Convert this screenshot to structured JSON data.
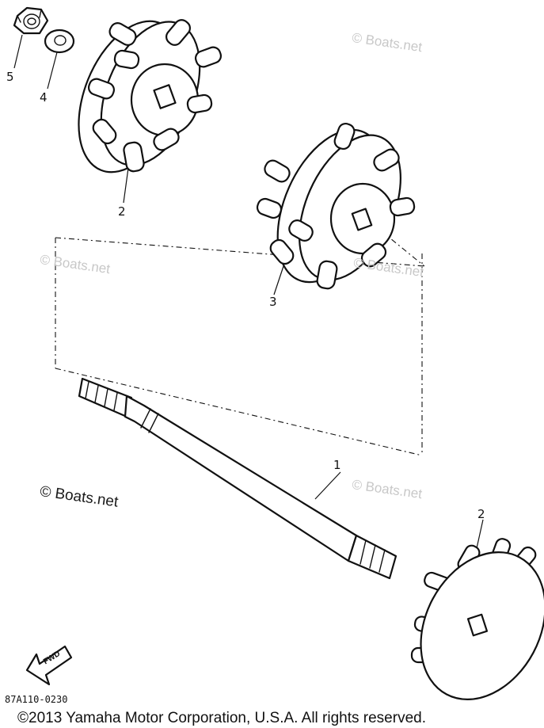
{
  "parts": [
    {
      "callout": "1",
      "item": "shaft"
    },
    {
      "callout": "2",
      "item": "sprocket-upper"
    },
    {
      "callout": "2",
      "item": "sprocket-lower"
    },
    {
      "callout": "3",
      "item": "sprocket-center"
    },
    {
      "callout": "4",
      "item": "washer"
    },
    {
      "callout": "5",
      "item": "nut"
    }
  ],
  "watermark": {
    "text": "© Boats.net"
  },
  "direction": {
    "label": "FWD"
  },
  "drawing_code": "87A110-0230",
  "copyright": "©2013 Yamaha Motor Corporation, U.S.A. All rights reserved."
}
